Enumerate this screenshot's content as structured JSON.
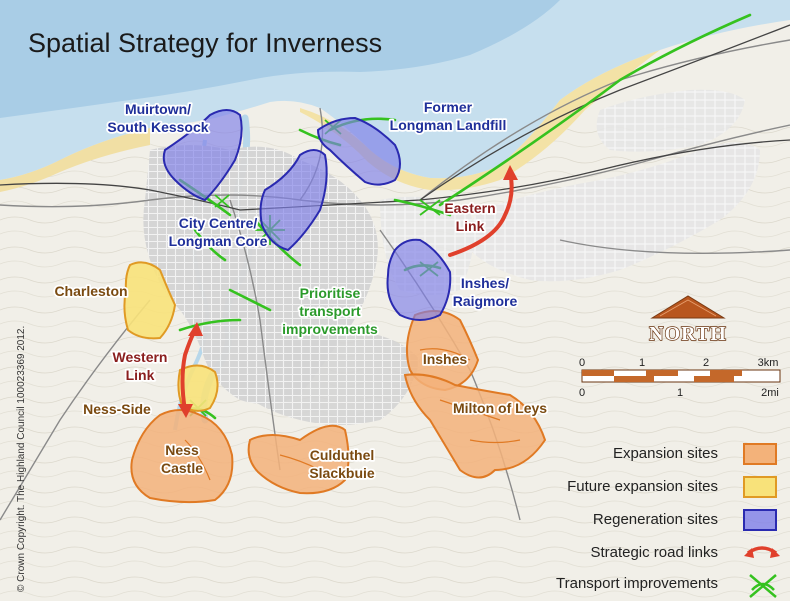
{
  "title": "Spatial Strategy for Inverness",
  "copyright": "© Crown Copyright. The Highland Council 100023369 2012.",
  "regeneration_sites": {
    "muirtown": [
      "Muirtown/",
      "South Kessock"
    ],
    "longman_landfill": [
      "Former",
      "Longman Landfill"
    ],
    "city_centre": [
      "City Centre/",
      "Longman Core"
    ],
    "inshes_raigmore": [
      "Inshes/",
      "Raigmore"
    ]
  },
  "transport_label": [
    "Prioritise",
    "transport",
    "improvements"
  ],
  "road_links": {
    "eastern": [
      "Eastern",
      "Link"
    ],
    "western": [
      "Western",
      "Link"
    ]
  },
  "expansion_sites": {
    "charleston": "Charleston",
    "ness_side": "Ness-Side",
    "ness_castle": [
      "Ness",
      "Castle"
    ],
    "inshes": "Inshes",
    "milton_of_leys": "Milton of Leys",
    "culduthel": [
      "Culduthel",
      "Slackbuie"
    ]
  },
  "north_label": "NORTH",
  "scale": {
    "km_ticks": [
      "0",
      "1",
      "2",
      "3km"
    ],
    "mi_ticks": [
      "0",
      "1",
      "2mi"
    ]
  },
  "legend": [
    {
      "label": "Expansion sites",
      "swatch": "expansion",
      "color": "#f0a060"
    },
    {
      "label": "Future expansion sites",
      "swatch": "future",
      "color": "#f7e070"
    },
    {
      "label": "Regeneration sites",
      "swatch": "regeneration",
      "color": "#6a6ae0"
    },
    {
      "label": "Strategic road links",
      "swatch": "road",
      "color": "#e04030"
    },
    {
      "label": "Transport improvements",
      "swatch": "transport",
      "color": "#44cc33"
    }
  ]
}
